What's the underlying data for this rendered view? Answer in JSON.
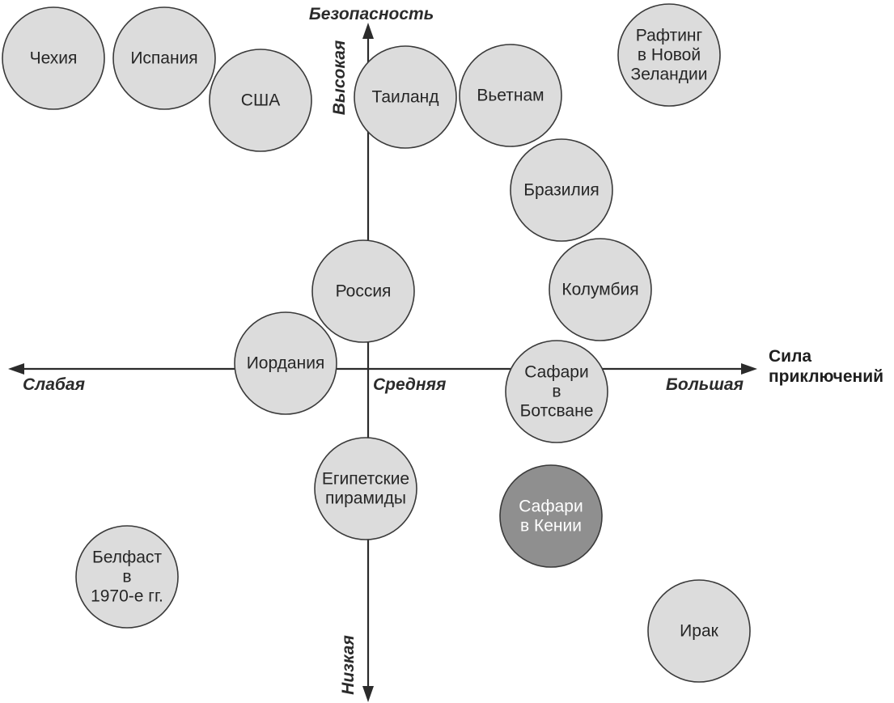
{
  "colors": {
    "node_fill": "#dcdcdc",
    "node_highlight_fill": "#8f8f8f",
    "node_text": "#262626",
    "node_highlight_text": "#ffffff"
  },
  "axes": {
    "vertical_title": "Безопасность",
    "vertical_high": "Высокая",
    "vertical_low": "Низкая",
    "horizontal_title_line1": "Сила",
    "horizontal_title_line2": "приключений",
    "horizontal_weak": "Слабая",
    "horizontal_medium": "Средняя",
    "horizontal_strong": "Большая"
  },
  "nodes": [
    {
      "id": "czech",
      "lines": [
        "Чехия"
      ]
    },
    {
      "id": "spain",
      "lines": [
        "Испания"
      ]
    },
    {
      "id": "usa",
      "lines": [
        "США"
      ]
    },
    {
      "id": "thailand",
      "lines": [
        "Таиланд"
      ]
    },
    {
      "id": "vietnam",
      "lines": [
        "Вьетнам"
      ]
    },
    {
      "id": "rafting-nz",
      "lines": [
        "Рафтинг",
        "в Новой",
        "Зеландии"
      ]
    },
    {
      "id": "brazil",
      "lines": [
        "Бразилия"
      ]
    },
    {
      "id": "russia",
      "lines": [
        "Россия"
      ]
    },
    {
      "id": "colombia",
      "lines": [
        "Колумбия"
      ]
    },
    {
      "id": "jordan",
      "lines": [
        "Иордания"
      ]
    },
    {
      "id": "safari-botswana",
      "lines": [
        "Сафари",
        "в",
        "Ботсване"
      ]
    },
    {
      "id": "egypt-pyramids",
      "lines": [
        "Египетские",
        "пирамиды"
      ]
    },
    {
      "id": "safari-kenya",
      "lines": [
        "Сафари",
        "в Кении"
      ],
      "highlight": true
    },
    {
      "id": "belfast-1970s",
      "lines": [
        "Белфаст",
        "в",
        "1970-е гг."
      ]
    },
    {
      "id": "iraq",
      "lines": [
        "Ирак"
      ]
    }
  ]
}
